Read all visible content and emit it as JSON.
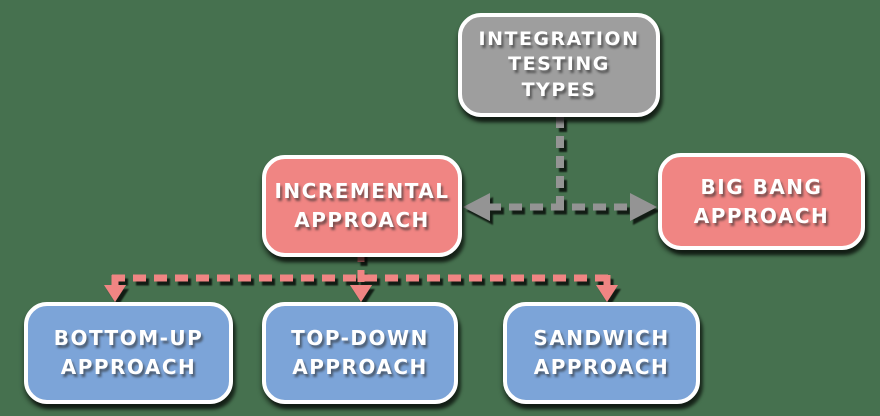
{
  "colors": {
    "background": "#46714F",
    "gray_node": "#9E9E9E",
    "pink_node": "#F08583",
    "blue_node": "#7CA4D8",
    "gray_connector": "#949494",
    "pink_connector": "#F08583",
    "node_border": "#FFFFFF",
    "text": "#FFFFFF"
  },
  "nodes": {
    "root": {
      "lines": [
        "INTEGRATION",
        "TESTING",
        "TYPES"
      ]
    },
    "incremental": {
      "lines": [
        "INCREMENTAL",
        "APPROACH"
      ]
    },
    "big_bang": {
      "lines": [
        "BIG BANG",
        "APPROACH"
      ]
    },
    "bottom_up": {
      "lines": [
        "BOTTOM-UP",
        "APPROACH"
      ]
    },
    "top_down": {
      "lines": [
        "TOP-DOWN",
        "APPROACH"
      ]
    },
    "sandwich": {
      "lines": [
        "SANDWICH",
        "APPROACH"
      ]
    }
  },
  "edges": [
    {
      "from": "root",
      "to": "incremental / big_bang",
      "style": "dashed-double-headed-arrow",
      "color": "gray"
    },
    {
      "from": "incremental",
      "to": "bottom_up",
      "style": "dashed-arrow",
      "color": "pink"
    },
    {
      "from": "incremental",
      "to": "top_down",
      "style": "dashed-arrow",
      "color": "pink"
    },
    {
      "from": "incremental",
      "to": "sandwich",
      "style": "dashed-arrow",
      "color": "pink"
    }
  ]
}
